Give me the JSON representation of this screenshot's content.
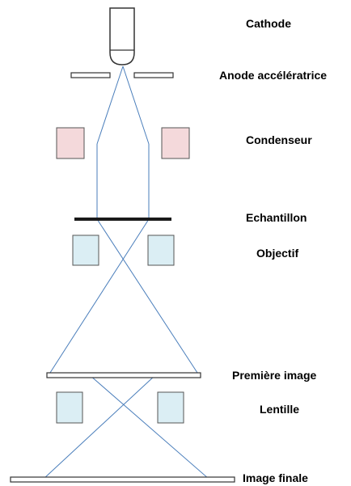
{
  "labels": {
    "cathode": "Cathode",
    "anode": "Anode accélératrice",
    "condenser": "Condenseur",
    "specimen": "Echantillon",
    "objective": "Objectif",
    "first_image": "Première image",
    "lens": "Lentille",
    "final_image": "Image finale"
  },
  "colors": {
    "beam": "#4a7ebb",
    "condenser_fill": "#f4d9db",
    "lens_fill": "#dbeef4",
    "outline": "#333333"
  }
}
